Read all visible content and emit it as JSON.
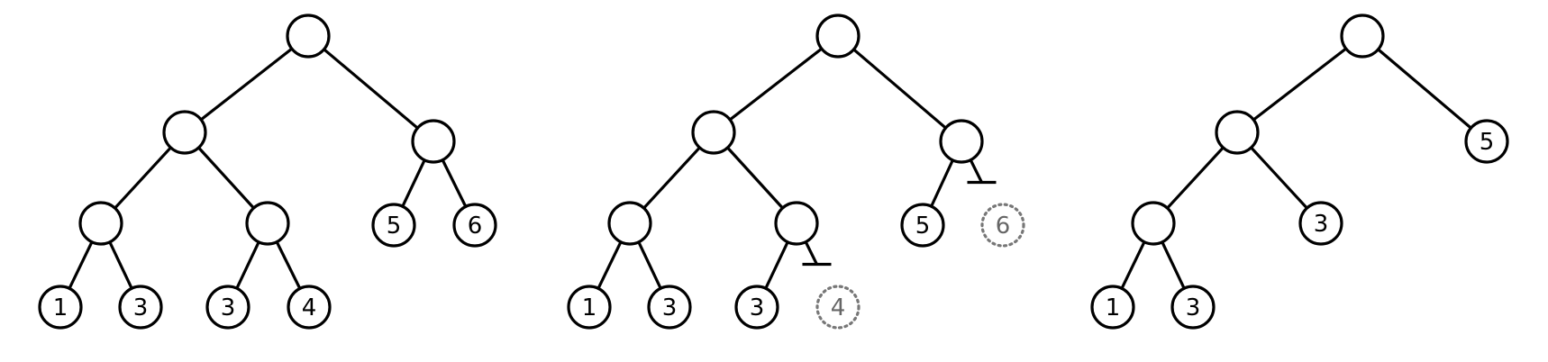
{
  "diagrams": [
    {
      "id": "original",
      "nodes": [
        {
          "id": "r",
          "label": ""
        },
        {
          "id": "a",
          "label": ""
        },
        {
          "id": "b",
          "label": ""
        },
        {
          "id": "c",
          "label": ""
        },
        {
          "id": "d",
          "label": ""
        },
        {
          "id": "e",
          "label": "5"
        },
        {
          "id": "f",
          "label": "6"
        },
        {
          "id": "g",
          "label": "1"
        },
        {
          "id": "h",
          "label": "3"
        },
        {
          "id": "i",
          "label": "3"
        },
        {
          "id": "j",
          "label": "4"
        }
      ],
      "edges": [
        [
          "r",
          "a"
        ],
        [
          "r",
          "b"
        ],
        [
          "a",
          "c"
        ],
        [
          "a",
          "d"
        ],
        [
          "b",
          "e"
        ],
        [
          "b",
          "f"
        ],
        [
          "c",
          "g"
        ],
        [
          "c",
          "h"
        ],
        [
          "d",
          "i"
        ],
        [
          "d",
          "j"
        ]
      ],
      "cuts": []
    },
    {
      "id": "pruning",
      "nodes": [
        {
          "id": "r",
          "label": ""
        },
        {
          "id": "a",
          "label": ""
        },
        {
          "id": "b",
          "label": ""
        },
        {
          "id": "c",
          "label": ""
        },
        {
          "id": "d",
          "label": ""
        },
        {
          "id": "e",
          "label": "5"
        },
        {
          "id": "f",
          "label": "6",
          "pruned": true
        },
        {
          "id": "g",
          "label": "1"
        },
        {
          "id": "h",
          "label": "3"
        },
        {
          "id": "i",
          "label": "3"
        },
        {
          "id": "j",
          "label": "4",
          "pruned": true
        }
      ],
      "edges": [
        [
          "r",
          "a"
        ],
        [
          "r",
          "b"
        ],
        [
          "a",
          "c"
        ],
        [
          "a",
          "d"
        ],
        [
          "b",
          "e"
        ],
        [
          "c",
          "g"
        ],
        [
          "c",
          "h"
        ],
        [
          "d",
          "i"
        ]
      ],
      "cuts": [
        [
          "b",
          "f"
        ],
        [
          "d",
          "j"
        ]
      ]
    },
    {
      "id": "pruned",
      "nodes": [
        {
          "id": "r",
          "label": ""
        },
        {
          "id": "a",
          "label": ""
        },
        {
          "id": "b",
          "label": "5"
        },
        {
          "id": "c",
          "label": ""
        },
        {
          "id": "d",
          "label": "3"
        },
        {
          "id": "g",
          "label": "1"
        },
        {
          "id": "h",
          "label": "3"
        }
      ],
      "edges": [
        [
          "r",
          "a"
        ],
        [
          "r",
          "b"
        ],
        [
          "a",
          "c"
        ],
        [
          "a",
          "d"
        ],
        [
          "c",
          "g"
        ],
        [
          "c",
          "h"
        ]
      ],
      "cuts": []
    }
  ]
}
